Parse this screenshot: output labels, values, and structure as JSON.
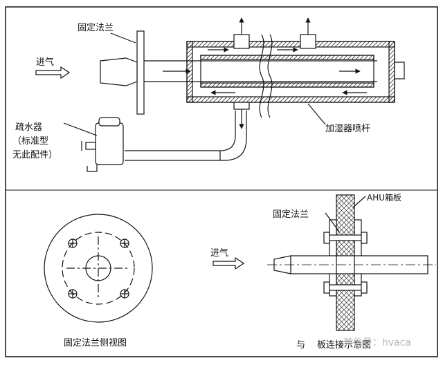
{
  "top": {
    "flange_label": "固定法兰",
    "inlet_label": "进气",
    "trap_label_1": "疏水器",
    "trap_label_2": "（标准型",
    "trap_label_3": "无此配件）",
    "lance_label": "加湿器喷杆"
  },
  "bottom_left": {
    "caption": "固定法兰侧视图"
  },
  "bottom_right": {
    "ahu_label": "AHU箱板",
    "flange_label": "固定法兰",
    "inlet_label": "进气",
    "caption_start": "与",
    "caption_main": "板连接示意图",
    "watermark": "微信号：hvaca"
  },
  "colors": {
    "line": "#111111",
    "hatch": "#333333",
    "watermark": "#b8b8b8"
  }
}
